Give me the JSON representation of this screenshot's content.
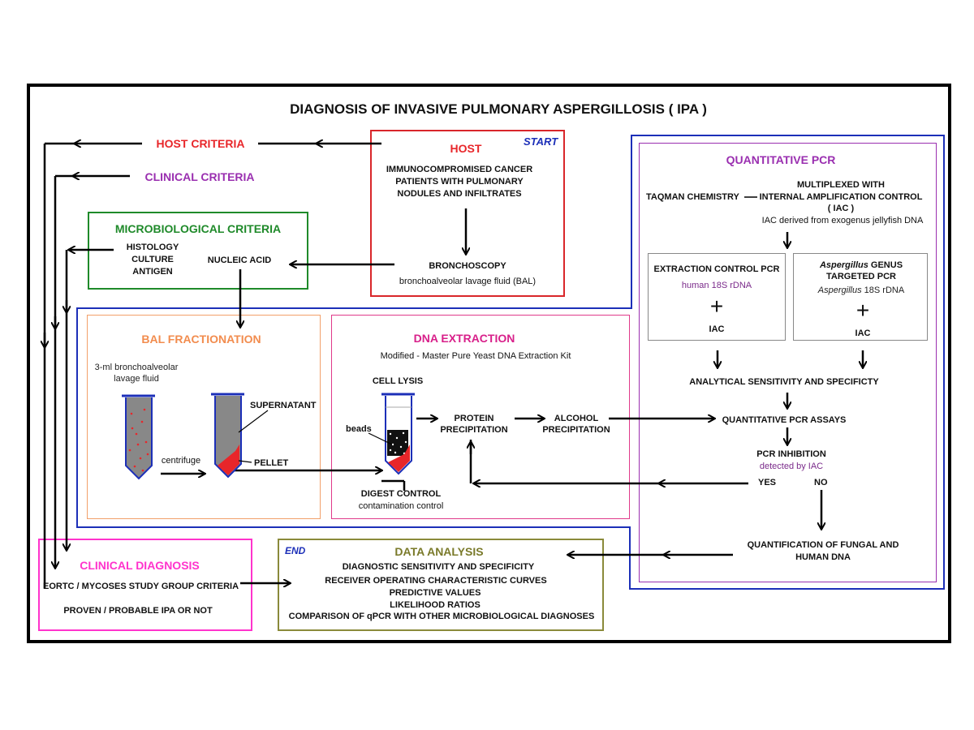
{
  "title": "DIAGNOSIS OF INVASIVE PULMONARY ASPERGILLOSIS ( IPA )",
  "start_label": "START",
  "end_label": "END",
  "host_criteria": "HOST CRITERIA",
  "clinical_criteria": "CLINICAL CRITERIA",
  "host": {
    "title": "HOST",
    "line1": "IMMUNOCOMPROMISED CANCER",
    "line2": "PATIENTS WITH PULMONARY",
    "line3": "NODULES AND INFILTRATES",
    "bronch": "BRONCHOSCOPY",
    "bal": "bronchoalveolar lavage fluid (BAL)"
  },
  "micro": {
    "title": "MICROBIOLOGICAL CRITERIA",
    "histology": "HISTOLOGY",
    "culture": "CULTURE",
    "antigen": "ANTIGEN",
    "nucleic": "NUCLEIC ACID"
  },
  "bal_frac": {
    "title": "BAL FRACTIONATION",
    "fluid1": "3-ml bronchoalveolar",
    "fluid2": "lavage fluid",
    "centrifuge": "centrifuge",
    "supernatant": "SUPERNATANT",
    "pellet": "PELLET"
  },
  "dna": {
    "title": "DNA EXTRACTION",
    "kit": "Modified - Master Pure Yeast DNA Extraction Kit",
    "lysis": "CELL LYSIS",
    "beads": "beads",
    "protein1": "PROTEIN",
    "protein2": "PRECIPITATION",
    "alcohol1": "ALCOHOL",
    "alcohol2": "PRECIPITATION",
    "digest": "DIGEST CONTROL",
    "contam": "contamination control"
  },
  "qpcr": {
    "title": "QUANTITATIVE PCR",
    "taqman": "TAQMAN CHEMISTRY",
    "multi1": "MULTIPLEXED WITH",
    "multi2": "INTERNAL AMPLIFICATION CONTROL",
    "multi3": "( IAC )",
    "iac_derived": "IAC derived from exogenus jellyfish DNA",
    "ext_title": "EXTRACTION CONTROL PCR",
    "ext_target": "human 18S rDNA",
    "ext_iac": "IAC",
    "asp_title_a": "Aspergillus",
    "asp_title_b": " GENUS",
    "asp_title2": "TARGETED PCR",
    "asp_target_a": "Aspergillus",
    "asp_target_b": " 18S rDNA",
    "asp_iac": "IAC",
    "plus": "+",
    "analytical": "ANALYTICAL SENSITIVITY AND SPECIFICTY",
    "assays": "QUANTITATIVE PCR ASSAYS",
    "inhibition": "PCR INHIBITION",
    "detected": "detected by IAC",
    "yes": "YES",
    "no": "NO",
    "quant1": "QUANTIFICATION OF FUNGAL AND",
    "quant2": "HUMAN DNA"
  },
  "clinical_dx": {
    "title": "CLINICAL DIAGNOSIS",
    "eortc": "EORTC / MYCOSES STUDY GROUP CRITERIA",
    "proven": "PROVEN / PROBABLE IPA  OR  NOT"
  },
  "data_analysis": {
    "title": "DATA ANALYSIS",
    "l1": "DIAGNOSTIC SENSITIVITY AND SPECIFICITY",
    "l2": "RECEIVER OPERATING CHARACTERISTIC CURVES",
    "l3": "PREDICTIVE VALUES",
    "l4": "LIKELIHOOD RATIOS",
    "l5": "COMPARISON OF qPCR WITH OTHER MICROBIOLOGICAL DIAGNOSES"
  },
  "colors": {
    "red": "#e8262a",
    "purple": "#9a2fb0",
    "green": "#1f8a2a",
    "orange": "#f28c4e",
    "magenta": "#d8208a",
    "blue": "#1c2fb8",
    "olive": "#7a7a2a",
    "pink": "#ff33cc"
  }
}
